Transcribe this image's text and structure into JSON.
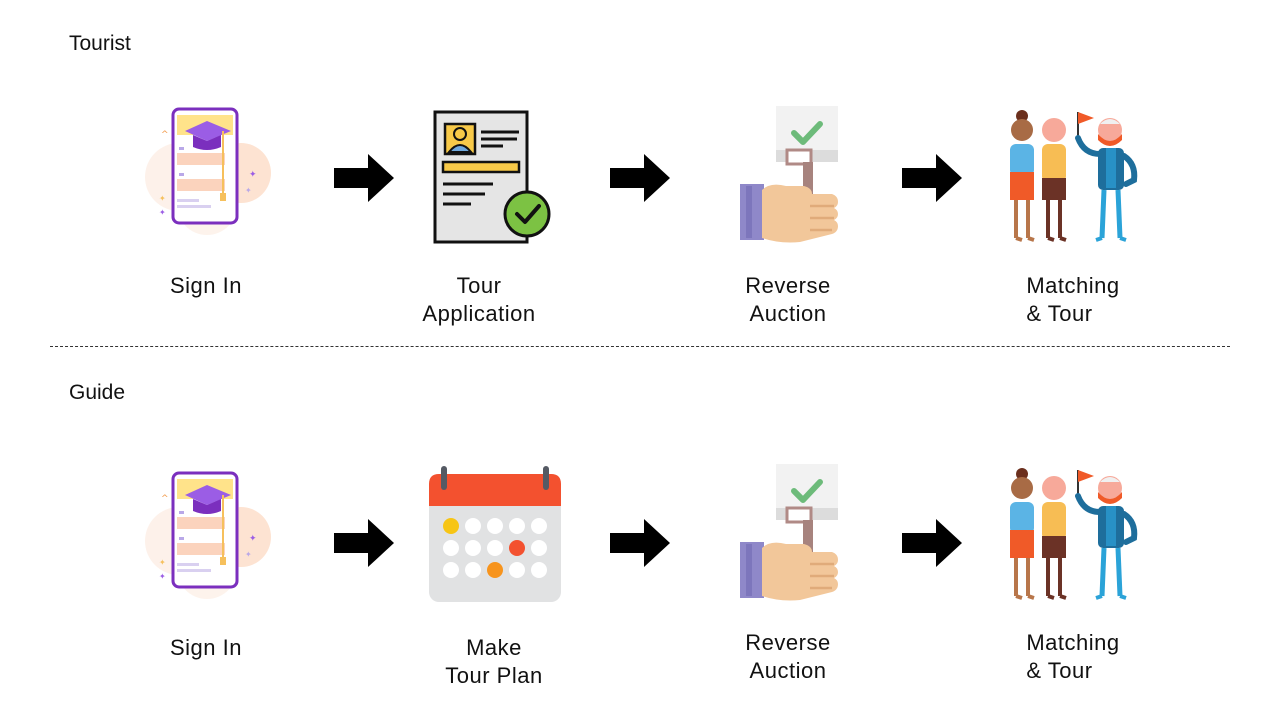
{
  "tourist": {
    "title": "Tourist",
    "steps": [
      {
        "line1": "Sign In",
        "line2": ""
      },
      {
        "line1": "Tour",
        "line2": "Application"
      },
      {
        "line1": "Reverse",
        "line2": "Auction"
      },
      {
        "line1": "Matching",
        "line2": "& Tour"
      }
    ]
  },
  "guide": {
    "title": "Guide",
    "steps": [
      {
        "line1": "Sign In",
        "line2": ""
      },
      {
        "line1": "Make",
        "line2": "Tour Plan"
      },
      {
        "line1": "Reverse",
        "line2": "Auction"
      },
      {
        "line1": "Matching",
        "line2": "& Tour"
      }
    ]
  },
  "icons": {
    "signin": "phone-graduation-cap-icon",
    "application": "document-checkmark-icon",
    "plan": "calendar-icon",
    "auction": "hand-holding-sign-icon",
    "matching": "people-with-guide-flag-icon",
    "arrow": "right-arrow-icon"
  },
  "colors": {
    "arrow": "#000000",
    "check_green": "#7cc243",
    "calendar_header": "#f3512f",
    "phone_frame": "#7b2fbe"
  }
}
